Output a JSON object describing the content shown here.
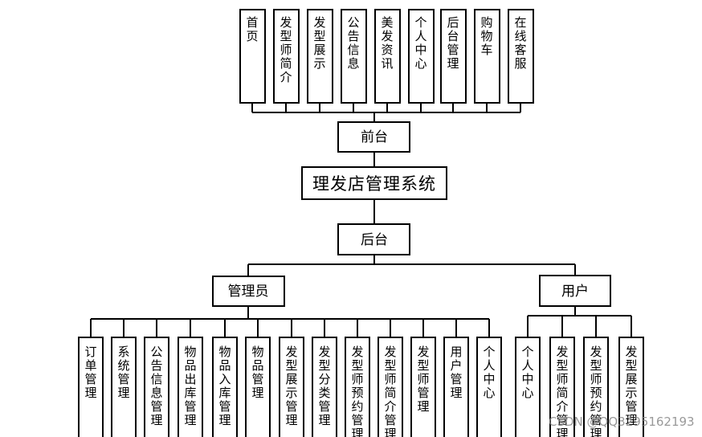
{
  "root": {
    "label": "理发店管理系统"
  },
  "frontend": {
    "label": "前台",
    "children": [
      "首页",
      "发型师简介",
      "发型展示",
      "公告信息",
      "美发资讯",
      "个人中心",
      "后台管理",
      "购物车",
      "在线客服"
    ]
  },
  "backend": {
    "label": "后台"
  },
  "admin": {
    "label": "管理员",
    "children": [
      "订单管理",
      "系统管理",
      "公告信息管理",
      "物品出库管理",
      "物品入库管理",
      "物品管理",
      "发型展示管理",
      "发型分类管理",
      "发型师预约管理",
      "发型师简介管理",
      "发型师管理",
      "用户管理",
      "个人中心"
    ]
  },
  "user": {
    "label": "用户",
    "children": [
      "个人中心",
      "发型师简介管理",
      "发型师预约管理",
      "发型展示管理"
    ]
  },
  "watermark": "CSDN @QQ3295162193"
}
